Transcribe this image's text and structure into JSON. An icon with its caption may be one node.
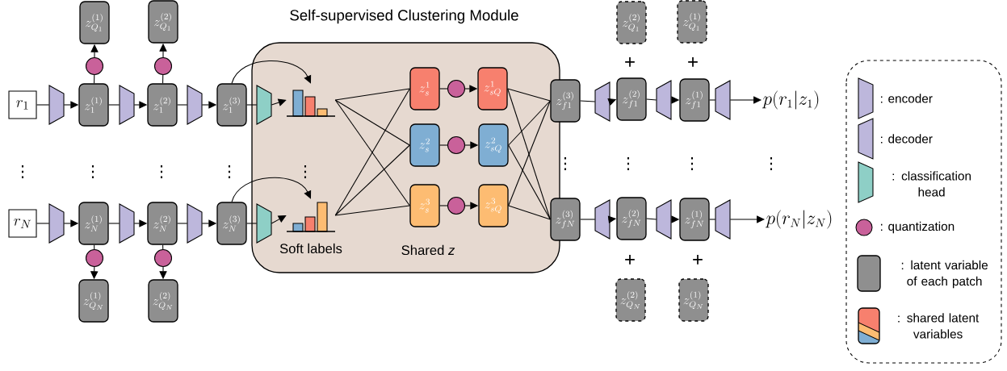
{
  "diagram": {
    "nodes": [
      {
        "text": [
          "Self-supervised Clustering Module"
        ]
      },
      {
        "text": [
          "r_1"
        ]
      },
      {
        "text": [],
        "shape": "trapezoid"
      },
      {
        "text": [
          "z_1^{(1)}"
        ]
      },
      {
        "text": [],
        "shape": "trapezoid"
      },
      {
        "text": [
          "z_1^{(2)}"
        ]
      },
      {
        "text": [],
        "shape": "trapezoid"
      },
      {
        "text": [
          "z_1^{(3)}"
        ]
      },
      {
        "text": [],
        "shape": "trapezoid",
        "in": 0
      },
      {
        "text": [],
        "shape": "picture",
        "in": 0
      },
      {
        "text": [],
        "shape": "circle"
      },
      {
        "text": [
          "z_{Q_1}^{(1)}"
        ]
      },
      {
        "text": [],
        "shape": "circle"
      },
      {
        "text": [
          "z_{Q_1}^{(2)}"
        ]
      },
      {
        "text": [
          "r_N"
        ]
      },
      {
        "text": [],
        "shape": "trapezoid"
      },
      {
        "text": [
          "z_N^{(1)}"
        ]
      },
      {
        "text": [],
        "shape": "trapezoid"
      },
      {
        "text": [
          "z_N^{(2)}"
        ]
      },
      {
        "text": [],
        "shape": "trapezoid"
      },
      {
        "text": [
          "z_N^{(3)}"
        ]
      },
      {
        "text": [],
        "shape": "trapezoid",
        "in": 0
      },
      {
        "text": [],
        "shape": "picture",
        "in": 0
      },
      {
        "text": [],
        "shape": "circle"
      },
      {
        "text": [
          "z_{Q_N}^{(1)}"
        ]
      },
      {
        "text": [],
        "shape": "circle"
      },
      {
        "text": [
          "z_{Q_N}^{(2)}"
        ]
      },
      {
        "text": [
          "z_s^1"
        ],
        "in": 0
      },
      {
        "text": [],
        "shape": "circle",
        "in": 0
      },
      {
        "text": [
          "z_{sQ}^1"
        ],
        "in": 0
      },
      {
        "text": [
          "z_s^2"
        ],
        "in": 0
      },
      {
        "text": [],
        "shape": "circle",
        "in": 0
      },
      {
        "text": [
          "z_{sQ}^2"
        ],
        "in": 0
      },
      {
        "text": [
          "z_s^3"
        ],
        "in": 0
      },
      {
        "text": [],
        "shape": "circle",
        "in": 0
      },
      {
        "text": [
          "z_{sQ}^3"
        ],
        "in": 0
      },
      {
        "text": [
          "z_{Q_1}^{(2)}"
        ]
      },
      {
        "text": [
          "z_{Q_1}^{(1)}"
        ]
      },
      {
        "text": [
          "z_{f1}^{(3)}"
        ]
      },
      {
        "text": [],
        "shape": "trapezoid"
      },
      {
        "text": [
          "z_{f1}^{(2)}"
        ]
      },
      {
        "text": [],
        "shape": "trapezoid"
      },
      {
        "text": [
          "z_{f1}^{(1)}"
        ]
      },
      {
        "text": [],
        "shape": "trapezoid"
      },
      {
        "text": [
          "p(r_1|z_1)"
        ]
      },
      {
        "text": [
          "z_{fN}^{(3)}"
        ]
      },
      {
        "text": [],
        "shape": "trapezoid"
      },
      {
        "text": [
          "z_{fN}^{(2)}"
        ]
      },
      {
        "text": [],
        "shape": "trapezoid"
      },
      {
        "text": [
          "z_{fN}^{(1)}"
        ]
      },
      {
        "text": [],
        "shape": "trapezoid"
      },
      {
        "text": [
          "p(r_N|z_N)"
        ]
      },
      {
        "text": [
          "z_{Q_N}^{(2)}"
        ]
      },
      {
        "text": [
          "z_{Q_N}^{(1)}"
        ]
      }
    ],
    "edges": [
      {
        "from": 1,
        "to": 2,
        "arrow": "none"
      },
      {
        "from": 2,
        "to": 3,
        "arrow": "to"
      },
      {
        "from": 3,
        "to": 4,
        "arrow": "none"
      },
      {
        "from": 4,
        "to": 5,
        "arrow": "to"
      },
      {
        "from": 5,
        "to": 6,
        "arrow": "none"
      },
      {
        "from": 6,
        "to": 7,
        "arrow": "to"
      },
      {
        "from": 7,
        "to": 8,
        "arrow": "none"
      },
      {
        "from": 8,
        "to": 9,
        "arrow": "to"
      },
      {
        "from": 7,
        "to": 9,
        "arrow": "to"
      },
      {
        "from": 3,
        "to": 10,
        "arrow": "none"
      },
      {
        "from": 10,
        "to": 11,
        "arrow": "to"
      },
      {
        "from": 5,
        "to": 12,
        "arrow": "none"
      },
      {
        "from": 12,
        "to": 13,
        "arrow": "to"
      },
      {
        "from": 14,
        "to": 15,
        "arrow": "none"
      },
      {
        "from": 15,
        "to": 16,
        "arrow": "to"
      },
      {
        "from": 16,
        "to": 17,
        "arrow": "none"
      },
      {
        "from": 17,
        "to": 18,
        "arrow": "to"
      },
      {
        "from": 18,
        "to": 19,
        "arrow": "none"
      },
      {
        "from": 19,
        "to": 20,
        "arrow": "to"
      },
      {
        "from": 20,
        "to": 21,
        "arrow": "none"
      },
      {
        "from": 21,
        "to": 22,
        "arrow": "to"
      },
      {
        "from": 20,
        "to": 22,
        "arrow": "to"
      },
      {
        "from": 16,
        "to": 23,
        "arrow": "none"
      },
      {
        "from": 23,
        "to": 24,
        "arrow": "to"
      },
      {
        "from": 18,
        "to": 25,
        "arrow": "none"
      },
      {
        "from": 25,
        "to": 26,
        "arrow": "to"
      },
      {
        "from": 9,
        "to": 27,
        "arrow": "none"
      },
      {
        "from": 9,
        "to": 30,
        "arrow": "none"
      },
      {
        "from": 9,
        "to": 33,
        "arrow": "none"
      },
      {
        "from": 22,
        "to": 27,
        "arrow": "none"
      },
      {
        "from": 22,
        "to": 30,
        "arrow": "none"
      },
      {
        "from": 22,
        "to": 33,
        "arrow": "none"
      },
      {
        "from": 27,
        "to": 28,
        "arrow": "none"
      },
      {
        "from": 28,
        "to": 29,
        "arrow": "to"
      },
      {
        "from": 30,
        "to": 31,
        "arrow": "none"
      },
      {
        "from": 31,
        "to": 32,
        "arrow": "to"
      },
      {
        "from": 33,
        "to": 34,
        "arrow": "none"
      },
      {
        "from": 34,
        "to": 35,
        "arrow": "to"
      },
      {
        "from": 29,
        "to": 38,
        "arrow": "none"
      },
      {
        "from": 29,
        "to": 45,
        "arrow": "none"
      },
      {
        "from": 32,
        "to": 38,
        "arrow": "none"
      },
      {
        "from": 32,
        "to": 45,
        "arrow": "none"
      },
      {
        "from": 35,
        "to": 38,
        "arrow": "none"
      },
      {
        "from": 35,
        "to": 45,
        "arrow": "none"
      },
      {
        "from": 38,
        "to": 39,
        "arrow": "none"
      },
      {
        "from": 39,
        "to": 40,
        "arrow": "to"
      },
      {
        "from": 40,
        "to": 41,
        "arrow": "none"
      },
      {
        "from": 41,
        "to": 42,
        "arrow": "to"
      },
      {
        "from": 42,
        "to": 43,
        "arrow": "none"
      },
      {
        "from": 43,
        "to": 44,
        "arrow": "to"
      },
      {
        "from": 45,
        "to": 46,
        "arrow": "none"
      },
      {
        "from": 46,
        "to": 47,
        "arrow": "to"
      },
      {
        "from": 47,
        "to": 48,
        "arrow": "none"
      },
      {
        "from": 48,
        "to": 49,
        "arrow": "to"
      },
      {
        "from": 49,
        "to": 50,
        "arrow": "none"
      },
      {
        "from": 50,
        "to": 51,
        "arrow": "to"
      }
    ],
    "labels": [
      "+",
      "+",
      "⋮",
      "⋮",
      "⋮",
      "⋮",
      "⋮",
      "⋮",
      "⋮",
      "⋮",
      "⋮",
      "Soft labels",
      "Shared *z*",
      "+",
      "+"
    ],
    "legend": [
      {
        "text": ": encoder"
      },
      {
        "text": ": decoder"
      },
      {
        "text": ": classification head"
      },
      {
        "text": ": quantization"
      },
      {
        "text": ": latent variable of each patch"
      },
      {
        "text": ": shared latent variables"
      }
    ]
  }
}
